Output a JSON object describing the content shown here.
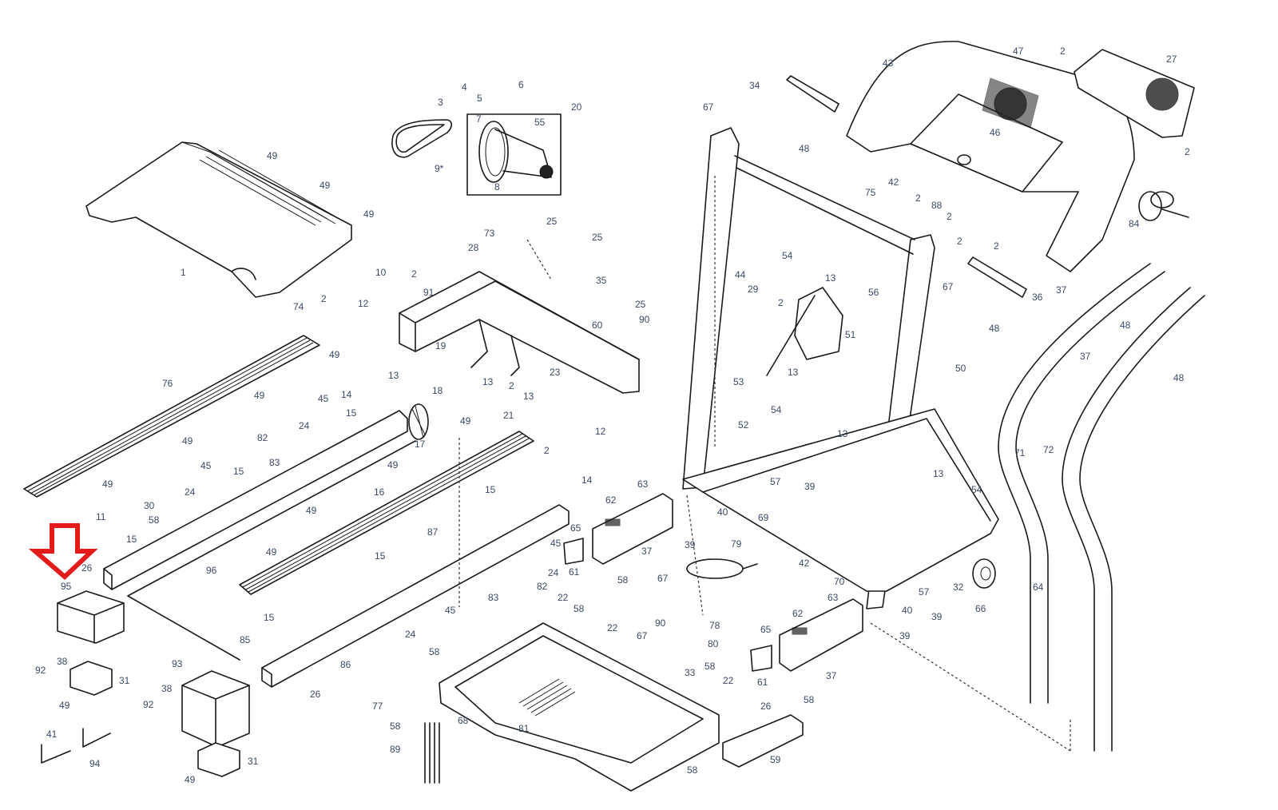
{
  "diagram": {
    "title": "Treadmill exploded parts diagram",
    "highlight": {
      "part": "95",
      "color": "#e31b1b",
      "shape": "down-arrow"
    },
    "label_color": "#3a4a66",
    "labels": [
      {
        "id": "l1",
        "text": "1"
      },
      {
        "id": "l3",
        "text": "3"
      },
      {
        "id": "l4",
        "text": "4"
      },
      {
        "id": "l5",
        "text": "5"
      },
      {
        "id": "l6",
        "text": "6"
      },
      {
        "id": "l7",
        "text": "7"
      },
      {
        "id": "l8",
        "text": "8"
      },
      {
        "id": "l9",
        "text": "9*"
      },
      {
        "id": "l55",
        "text": "55"
      },
      {
        "id": "l20",
        "text": "20"
      },
      {
        "id": "l49a",
        "text": "49"
      },
      {
        "id": "l49b",
        "text": "49"
      },
      {
        "id": "l49c",
        "text": "49"
      },
      {
        "id": "l25a",
        "text": "25"
      },
      {
        "id": "l25b",
        "text": "25"
      },
      {
        "id": "l73",
        "text": "73"
      },
      {
        "id": "l28",
        "text": "28"
      },
      {
        "id": "l35",
        "text": "35"
      },
      {
        "id": "l10",
        "text": "10"
      },
      {
        "id": "l2a",
        "text": "2"
      },
      {
        "id": "l91",
        "text": "91"
      },
      {
        "id": "l12a",
        "text": "12"
      },
      {
        "id": "l74",
        "text": "74"
      },
      {
        "id": "l2b",
        "text": "2"
      },
      {
        "id": "l49d",
        "text": "49"
      },
      {
        "id": "l25c",
        "text": "25"
      },
      {
        "id": "l90a",
        "text": "90"
      },
      {
        "id": "l60",
        "text": "60"
      },
      {
        "id": "l19",
        "text": "19"
      },
      {
        "id": "l13a",
        "text": "13"
      },
      {
        "id": "l13b",
        "text": "13"
      },
      {
        "id": "l2c",
        "text": "2"
      },
      {
        "id": "l23",
        "text": "23"
      },
      {
        "id": "l76",
        "text": "76"
      },
      {
        "id": "l49e",
        "text": "49"
      },
      {
        "id": "l14a",
        "text": "14"
      },
      {
        "id": "l18",
        "text": "18"
      },
      {
        "id": "l45a",
        "text": "45"
      },
      {
        "id": "l15a",
        "text": "15"
      },
      {
        "id": "l13c",
        "text": "13"
      },
      {
        "id": "l24a",
        "text": "24"
      },
      {
        "id": "l49f",
        "text": "49"
      },
      {
        "id": "l21",
        "text": "21"
      },
      {
        "id": "l17",
        "text": "17"
      },
      {
        "id": "l2d",
        "text": "2"
      },
      {
        "id": "l12b",
        "text": "12"
      },
      {
        "id": "l49g",
        "text": "49"
      },
      {
        "id": "l82a",
        "text": "82"
      },
      {
        "id": "l83a",
        "text": "83"
      },
      {
        "id": "l45b",
        "text": "45"
      },
      {
        "id": "l15b",
        "text": "15"
      },
      {
        "id": "l49h",
        "text": "49"
      },
      {
        "id": "l49i",
        "text": "49"
      },
      {
        "id": "l24b",
        "text": "24"
      },
      {
        "id": "l30",
        "text": "30"
      },
      {
        "id": "l11",
        "text": "11"
      },
      {
        "id": "l58a",
        "text": "58"
      },
      {
        "id": "l16",
        "text": "16"
      },
      {
        "id": "l15c",
        "text": "15"
      },
      {
        "id": "l14b",
        "text": "14"
      },
      {
        "id": "l63a",
        "text": "63"
      },
      {
        "id": "l62a",
        "text": "62"
      },
      {
        "id": "l49j",
        "text": "49"
      },
      {
        "id": "l15d",
        "text": "15"
      },
      {
        "id": "l26a",
        "text": "26"
      },
      {
        "id": "l96",
        "text": "96"
      },
      {
        "id": "l49k",
        "text": "49"
      },
      {
        "id": "l87",
        "text": "87"
      },
      {
        "id": "l15e",
        "text": "15"
      },
      {
        "id": "l65a",
        "text": "65"
      },
      {
        "id": "l45c",
        "text": "45"
      },
      {
        "id": "l24c",
        "text": "24"
      },
      {
        "id": "l61a",
        "text": "61"
      },
      {
        "id": "l58b",
        "text": "58"
      },
      {
        "id": "l37a",
        "text": "37"
      },
      {
        "id": "l95",
        "text": "95"
      },
      {
        "id": "l82b",
        "text": "82"
      },
      {
        "id": "l83b",
        "text": "83"
      },
      {
        "id": "l22a",
        "text": "22"
      },
      {
        "id": "l58c",
        "text": "58"
      },
      {
        "id": "l15f",
        "text": "15"
      },
      {
        "id": "l45d",
        "text": "45"
      },
      {
        "id": "l24d",
        "text": "24"
      },
      {
        "id": "l58d",
        "text": "58"
      },
      {
        "id": "l92a",
        "text": "92"
      },
      {
        "id": "l38a",
        "text": "38"
      },
      {
        "id": "l85",
        "text": "85"
      },
      {
        "id": "l86",
        "text": "86"
      },
      {
        "id": "l31a",
        "text": "31"
      },
      {
        "id": "l49l",
        "text": "49"
      },
      {
        "id": "l93",
        "text": "93"
      },
      {
        "id": "l38b",
        "text": "38"
      },
      {
        "id": "l92b",
        "text": "92"
      },
      {
        "id": "l26b",
        "text": "26"
      },
      {
        "id": "l77",
        "text": "77"
      },
      {
        "id": "l58e",
        "text": "58"
      },
      {
        "id": "l89",
        "text": "89"
      },
      {
        "id": "l68",
        "text": "68"
      },
      {
        "id": "l81",
        "text": "81"
      },
      {
        "id": "l41",
        "text": "41"
      },
      {
        "id": "l94",
        "text": "94"
      },
      {
        "id": "l31b",
        "text": "31"
      },
      {
        "id": "l49m",
        "text": "49"
      },
      {
        "id": "l22b",
        "text": "22"
      },
      {
        "id": "l67a",
        "text": "67"
      },
      {
        "id": "l90b",
        "text": "90"
      },
      {
        "id": "l78",
        "text": "78"
      },
      {
        "id": "l80",
        "text": "80"
      },
      {
        "id": "l33",
        "text": "33"
      },
      {
        "id": "l58f",
        "text": "58"
      },
      {
        "id": "l22c",
        "text": "22"
      },
      {
        "id": "l58g",
        "text": "58"
      },
      {
        "id": "l79",
        "text": "79"
      },
      {
        "id": "l67b",
        "text": "67"
      },
      {
        "id": "l39a",
        "text": "39"
      },
      {
        "id": "l40a",
        "text": "40"
      },
      {
        "id": "l69",
        "text": "69"
      },
      {
        "id": "l42a",
        "text": "42"
      },
      {
        "id": "l70",
        "text": "70"
      },
      {
        "id": "l26c",
        "text": "26"
      },
      {
        "id": "l59",
        "text": "59"
      },
      {
        "id": "l65b",
        "text": "65"
      },
      {
        "id": "l62b",
        "text": "62"
      },
      {
        "id": "l63b",
        "text": "63"
      },
      {
        "id": "l61b",
        "text": "61"
      },
      {
        "id": "l58h",
        "text": "58"
      },
      {
        "id": "l37b",
        "text": "37"
      },
      {
        "id": "l40b",
        "text": "40"
      },
      {
        "id": "l39b",
        "text": "39"
      },
      {
        "id": "l57a",
        "text": "57"
      },
      {
        "id": "l39c",
        "text": "39"
      },
      {
        "id": "l32",
        "text": "32"
      },
      {
        "id": "l66",
        "text": "66"
      },
      {
        "id": "l64",
        "text": "64"
      },
      {
        "id": "l54a",
        "text": "54"
      },
      {
        "id": "l13d",
        "text": "13"
      },
      {
        "id": "l71",
        "text": "71"
      },
      {
        "id": "l72",
        "text": "72"
      },
      {
        "id": "l57b",
        "text": "57"
      },
      {
        "id": "l39d",
        "text": "39"
      },
      {
        "id": "l13e",
        "text": "13"
      },
      {
        "id": "l54b",
        "text": "54"
      },
      {
        "id": "l52",
        "text": "52"
      },
      {
        "id": "l53",
        "text": "53"
      },
      {
        "id": "l13f",
        "text": "13"
      },
      {
        "id": "l51",
        "text": "51"
      },
      {
        "id": "l56",
        "text": "56"
      },
      {
        "id": "l54c",
        "text": "54"
      },
      {
        "id": "l13g",
        "text": "13"
      },
      {
        "id": "l44",
        "text": "44"
      },
      {
        "id": "l29",
        "text": "29"
      },
      {
        "id": "l2e",
        "text": "2"
      },
      {
        "id": "l67c",
        "text": "67"
      },
      {
        "id": "l34",
        "text": "34"
      },
      {
        "id": "l48a",
        "text": "48"
      },
      {
        "id": "l43",
        "text": "43"
      },
      {
        "id": "l47",
        "text": "47"
      },
      {
        "id": "l46",
        "text": "46"
      },
      {
        "id": "l75",
        "text": "75"
      },
      {
        "id": "l42b",
        "text": "42"
      },
      {
        "id": "l2f",
        "text": "2"
      },
      {
        "id": "l88",
        "text": "88"
      },
      {
        "id": "l2g",
        "text": "2"
      },
      {
        "id": "l2h",
        "text": "2"
      },
      {
        "id": "l67d",
        "text": "67"
      },
      {
        "id": "l36",
        "text": "36"
      },
      {
        "id": "l48b",
        "text": "48"
      },
      {
        "id": "l50",
        "text": "50"
      },
      {
        "id": "l2i",
        "text": "2"
      },
      {
        "id": "l27",
        "text": "27"
      },
      {
        "id": "l2j",
        "text": "2"
      },
      {
        "id": "l2k",
        "text": "2"
      },
      {
        "id": "l84",
        "text": "84"
      },
      {
        "id": "l37c",
        "text": "37"
      },
      {
        "id": "l48c",
        "text": "48"
      },
      {
        "id": "l37d",
        "text": "37"
      },
      {
        "id": "l48d",
        "text": "48"
      }
    ]
  }
}
